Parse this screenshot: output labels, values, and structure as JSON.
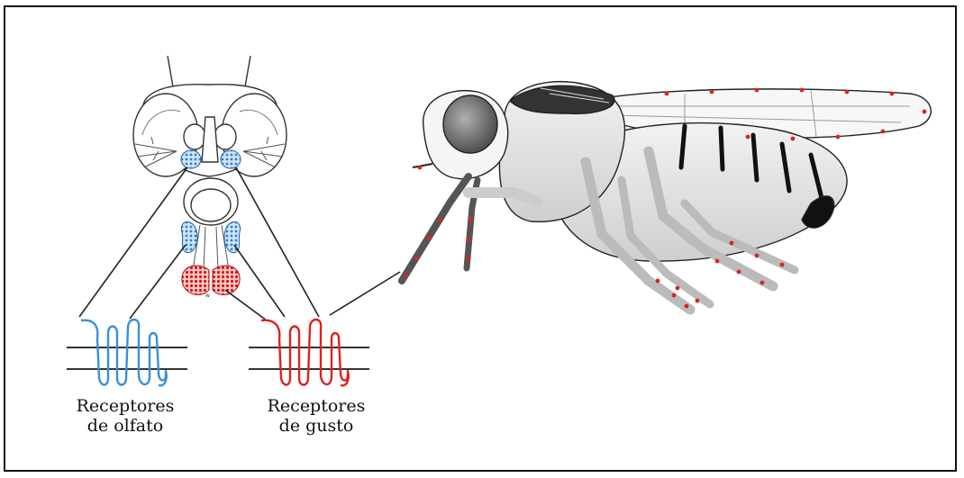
{
  "labels": {
    "olfato": {
      "line1": "Receptores",
      "line2": "de olfato"
    },
    "gusto": {
      "line1": "Receptores",
      "line2": "de gusto"
    }
  },
  "colors": {
    "olfato": "#3a8fd9",
    "gusto": "#e02020",
    "outline": "#222222",
    "frame": "#111111"
  },
  "icons": [
    "fly-head-front-view",
    "fly-side-view",
    "olfactory-receptor-protein",
    "taste-receptor-protein"
  ]
}
